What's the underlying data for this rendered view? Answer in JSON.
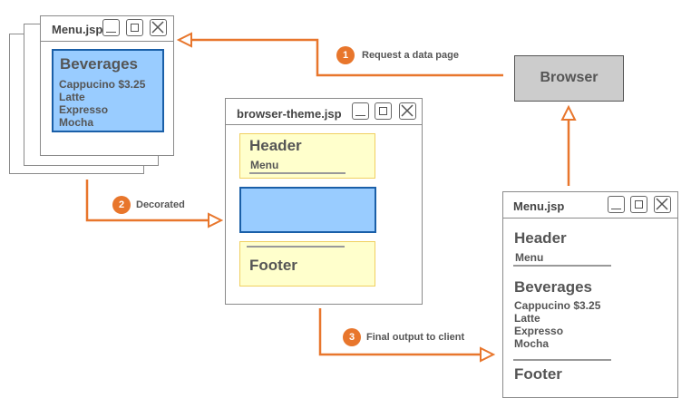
{
  "menu_window": {
    "title": "Menu.jsp",
    "beverages_title": "Beverages",
    "items": [
      "Cappucino $3.25",
      "Latte",
      "Expresso",
      "Mocha"
    ]
  },
  "theme_window": {
    "title": "browser-theme.jsp",
    "header": "Header",
    "menu": "Menu",
    "footer": "Footer"
  },
  "output_window": {
    "title": "Menu.jsp",
    "header": "Header",
    "menu": "Menu",
    "beverages_title": "Beverages",
    "items": [
      "Cappucino $3.25",
      "Latte",
      "Expresso",
      "Mocha"
    ],
    "footer": "Footer"
  },
  "browser": {
    "label": "Browser"
  },
  "steps": [
    {
      "num": "1",
      "label": "Request a data page"
    },
    {
      "num": "2",
      "label": "Decorated"
    },
    {
      "num": "3",
      "label": "Final output to client"
    }
  ],
  "colors": {
    "accent": "#e8762c",
    "content_blue": "#99ccff",
    "content_border": "#1a5fa8",
    "theme_yellow": "#ffffcc",
    "theme_yellow_border": "#f0d060",
    "browser_gray": "#cccccc"
  }
}
